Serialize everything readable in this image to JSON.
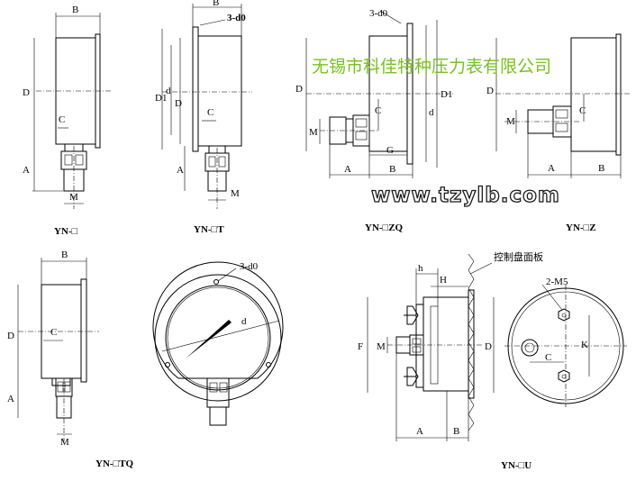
{
  "captions": {
    "yn": "YN-□",
    "yn_t": "YN-□T",
    "yn_zq": "YN-□ZQ",
    "yn_z": "YN-□Z",
    "yn_tq": "YN-□TQ",
    "yn_u": "YN-□U"
  },
  "dims": {
    "B": "B",
    "D": "D",
    "C": "C",
    "A": "A",
    "M": "M",
    "D1": "D1",
    "d": "d",
    "d0_holes": "3-d0",
    "G": "G",
    "h": "h",
    "H": "H",
    "F": "F",
    "K": "K",
    "m5": "2-M5"
  },
  "panel_label": "控制盘面板",
  "watermark": {
    "company": "无锡市科佳特种压力表有限公司",
    "url": "www.tzylb.com"
  }
}
